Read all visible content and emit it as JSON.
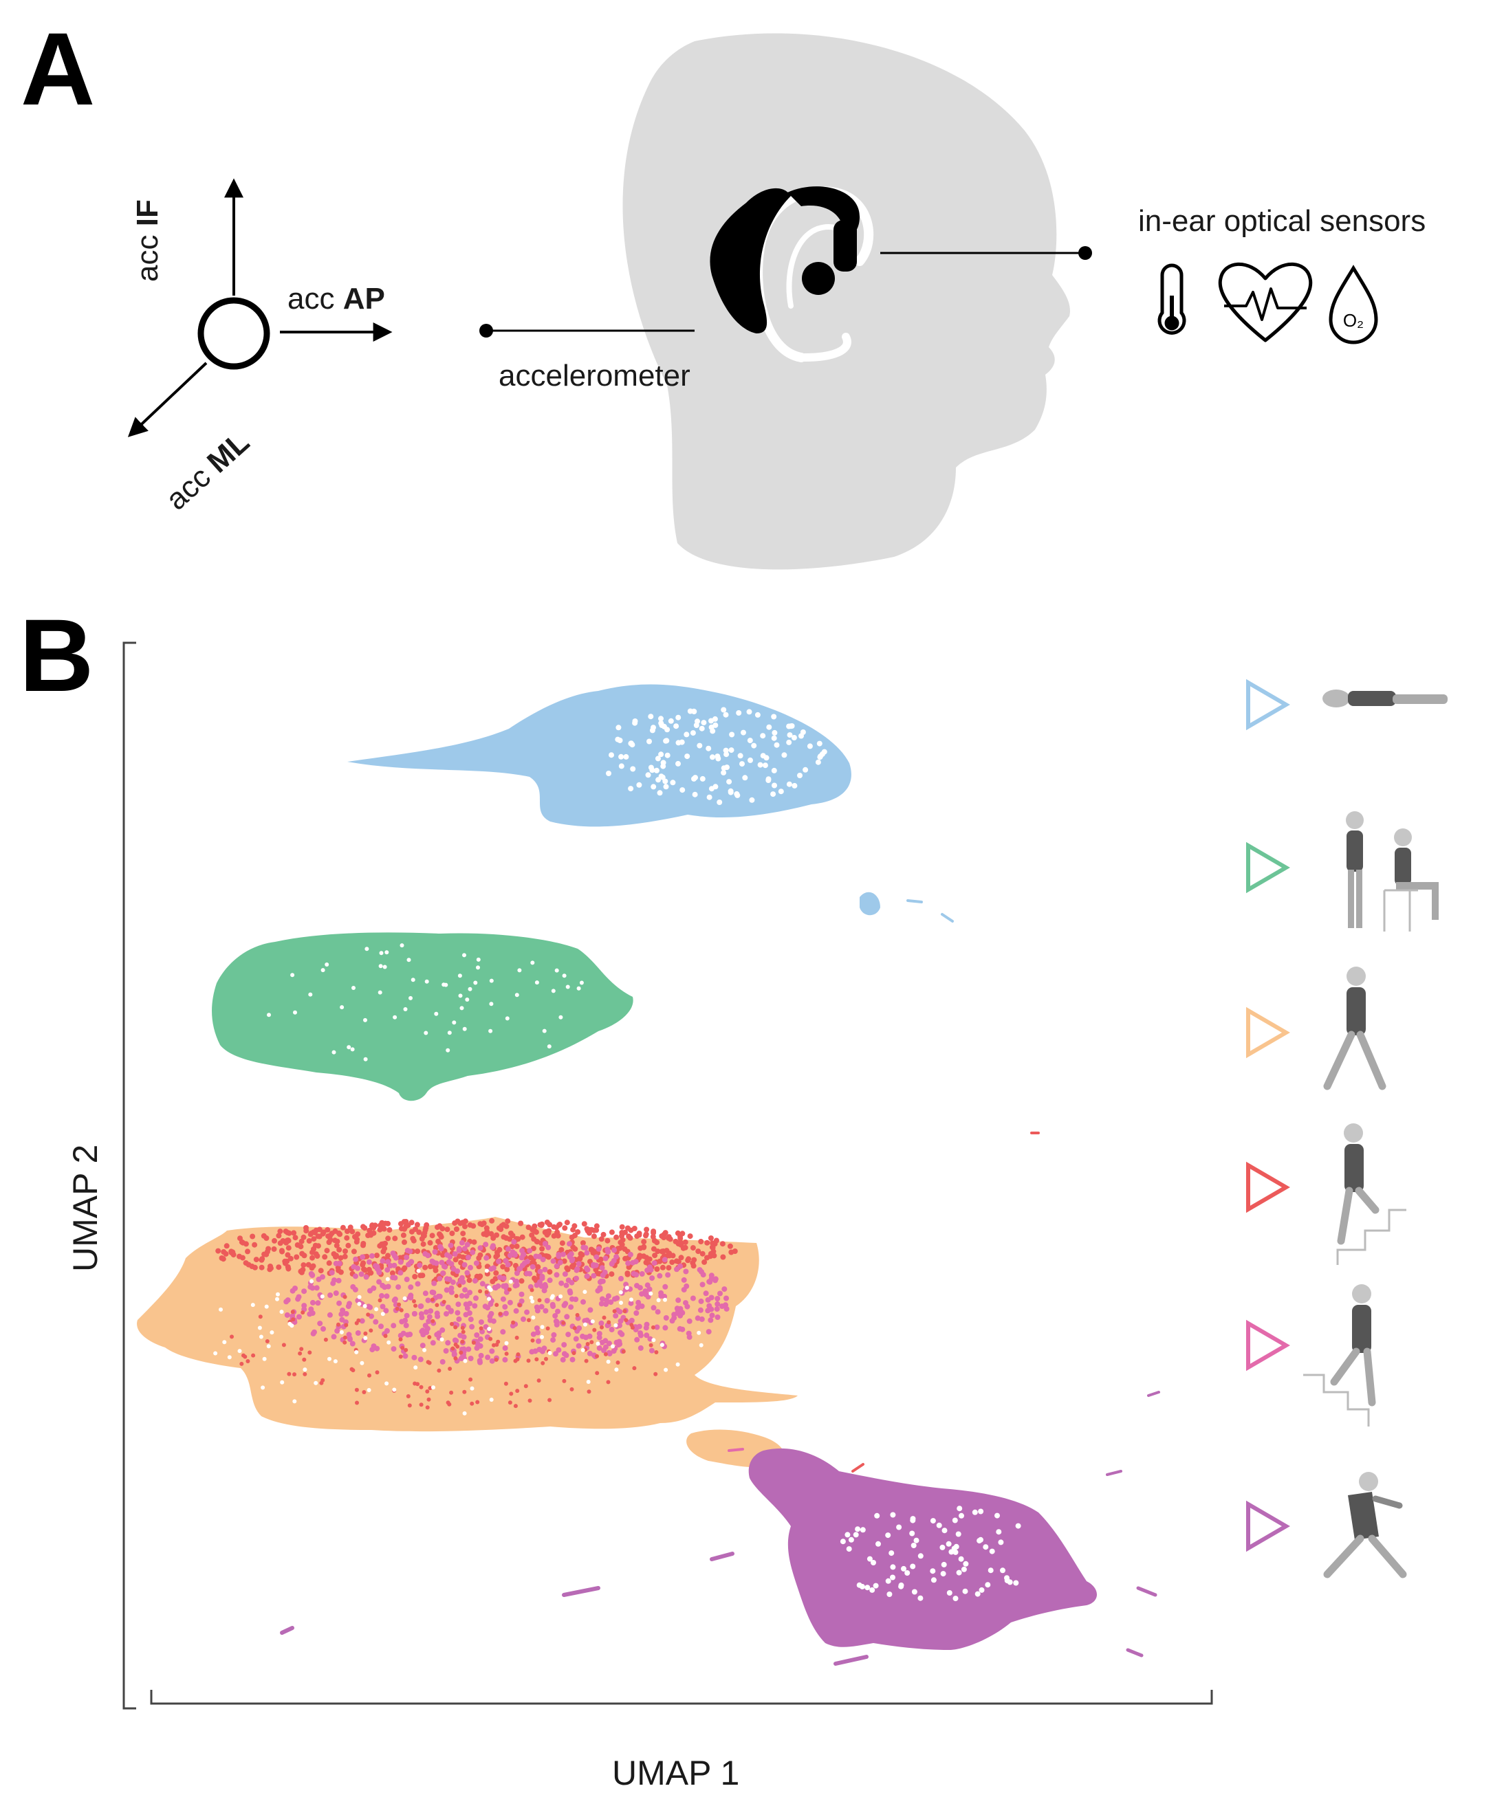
{
  "panel_a": {
    "letter": "A",
    "axes": {
      "if": {
        "prefix": "acc",
        "name": "IF"
      },
      "ap": {
        "prefix": "acc",
        "name": "AP"
      },
      "ml": {
        "prefix": "acc",
        "name": "ML"
      }
    },
    "accelerometer_label": "accelerometer",
    "optical_sensors_label": "in-ear optical sensors",
    "sensor_icons": [
      "thermometer-icon",
      "heart-rate-icon",
      "oxygen-drop-icon"
    ],
    "oxygen_symbol": "O₂"
  },
  "panel_b": {
    "letter": "B"
  },
  "chart_data": {
    "type": "scatter",
    "xlabel": "UMAP 1",
    "ylabel": "UMAP 2",
    "grid": false,
    "legend_placement": "right",
    "series": [
      {
        "color": "#9ec9ea",
        "icon": "lying-person-icon"
      },
      {
        "color": "#6cc497",
        "icon": "standing-sitting-person-icon"
      },
      {
        "color": "#f9c48e",
        "icon": "walking-person-icon"
      },
      {
        "color": "#ec5a5a",
        "icon": "stairs-up-person-icon"
      },
      {
        "color": "#e36aab",
        "icon": "stairs-down-person-icon"
      },
      {
        "color": "#b86ab5",
        "icon": "running-person-icon"
      }
    ]
  }
}
